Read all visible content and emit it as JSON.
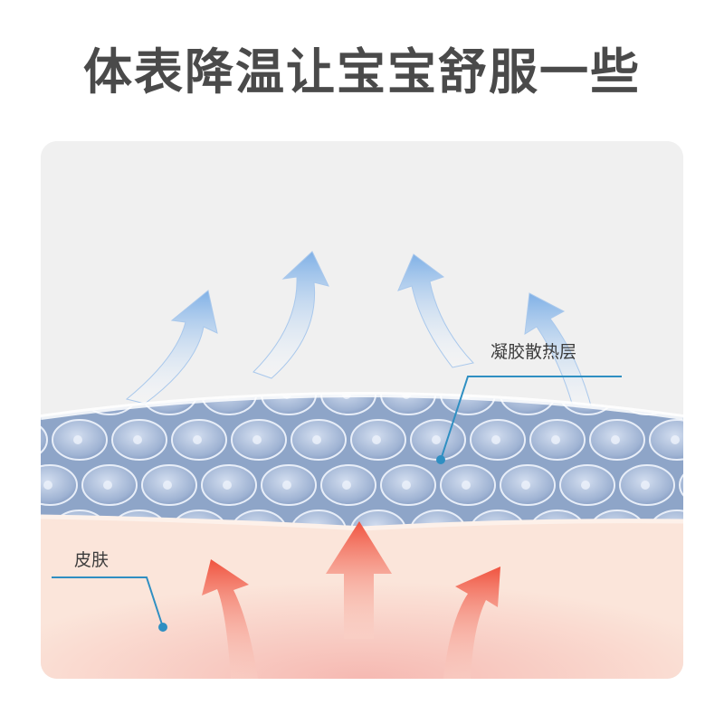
{
  "title": "体表降温让宝宝舒服一些",
  "labels": {
    "gel_layer": "凝胶散热层",
    "skin": "皮肤"
  },
  "colors": {
    "title": "#4a4a4a",
    "panel_bg": "#efefef",
    "gel_blue": "#8fa6c9",
    "cool_arrow": "#8fb6e0",
    "warm_arrow": "#f0624f",
    "skin": "#fbe0d4",
    "callout_line": "#2f8fc2"
  },
  "icons": [
    "cool-up-arrow-icon",
    "warm-up-arrow-icon",
    "callout-dot-icon"
  ]
}
